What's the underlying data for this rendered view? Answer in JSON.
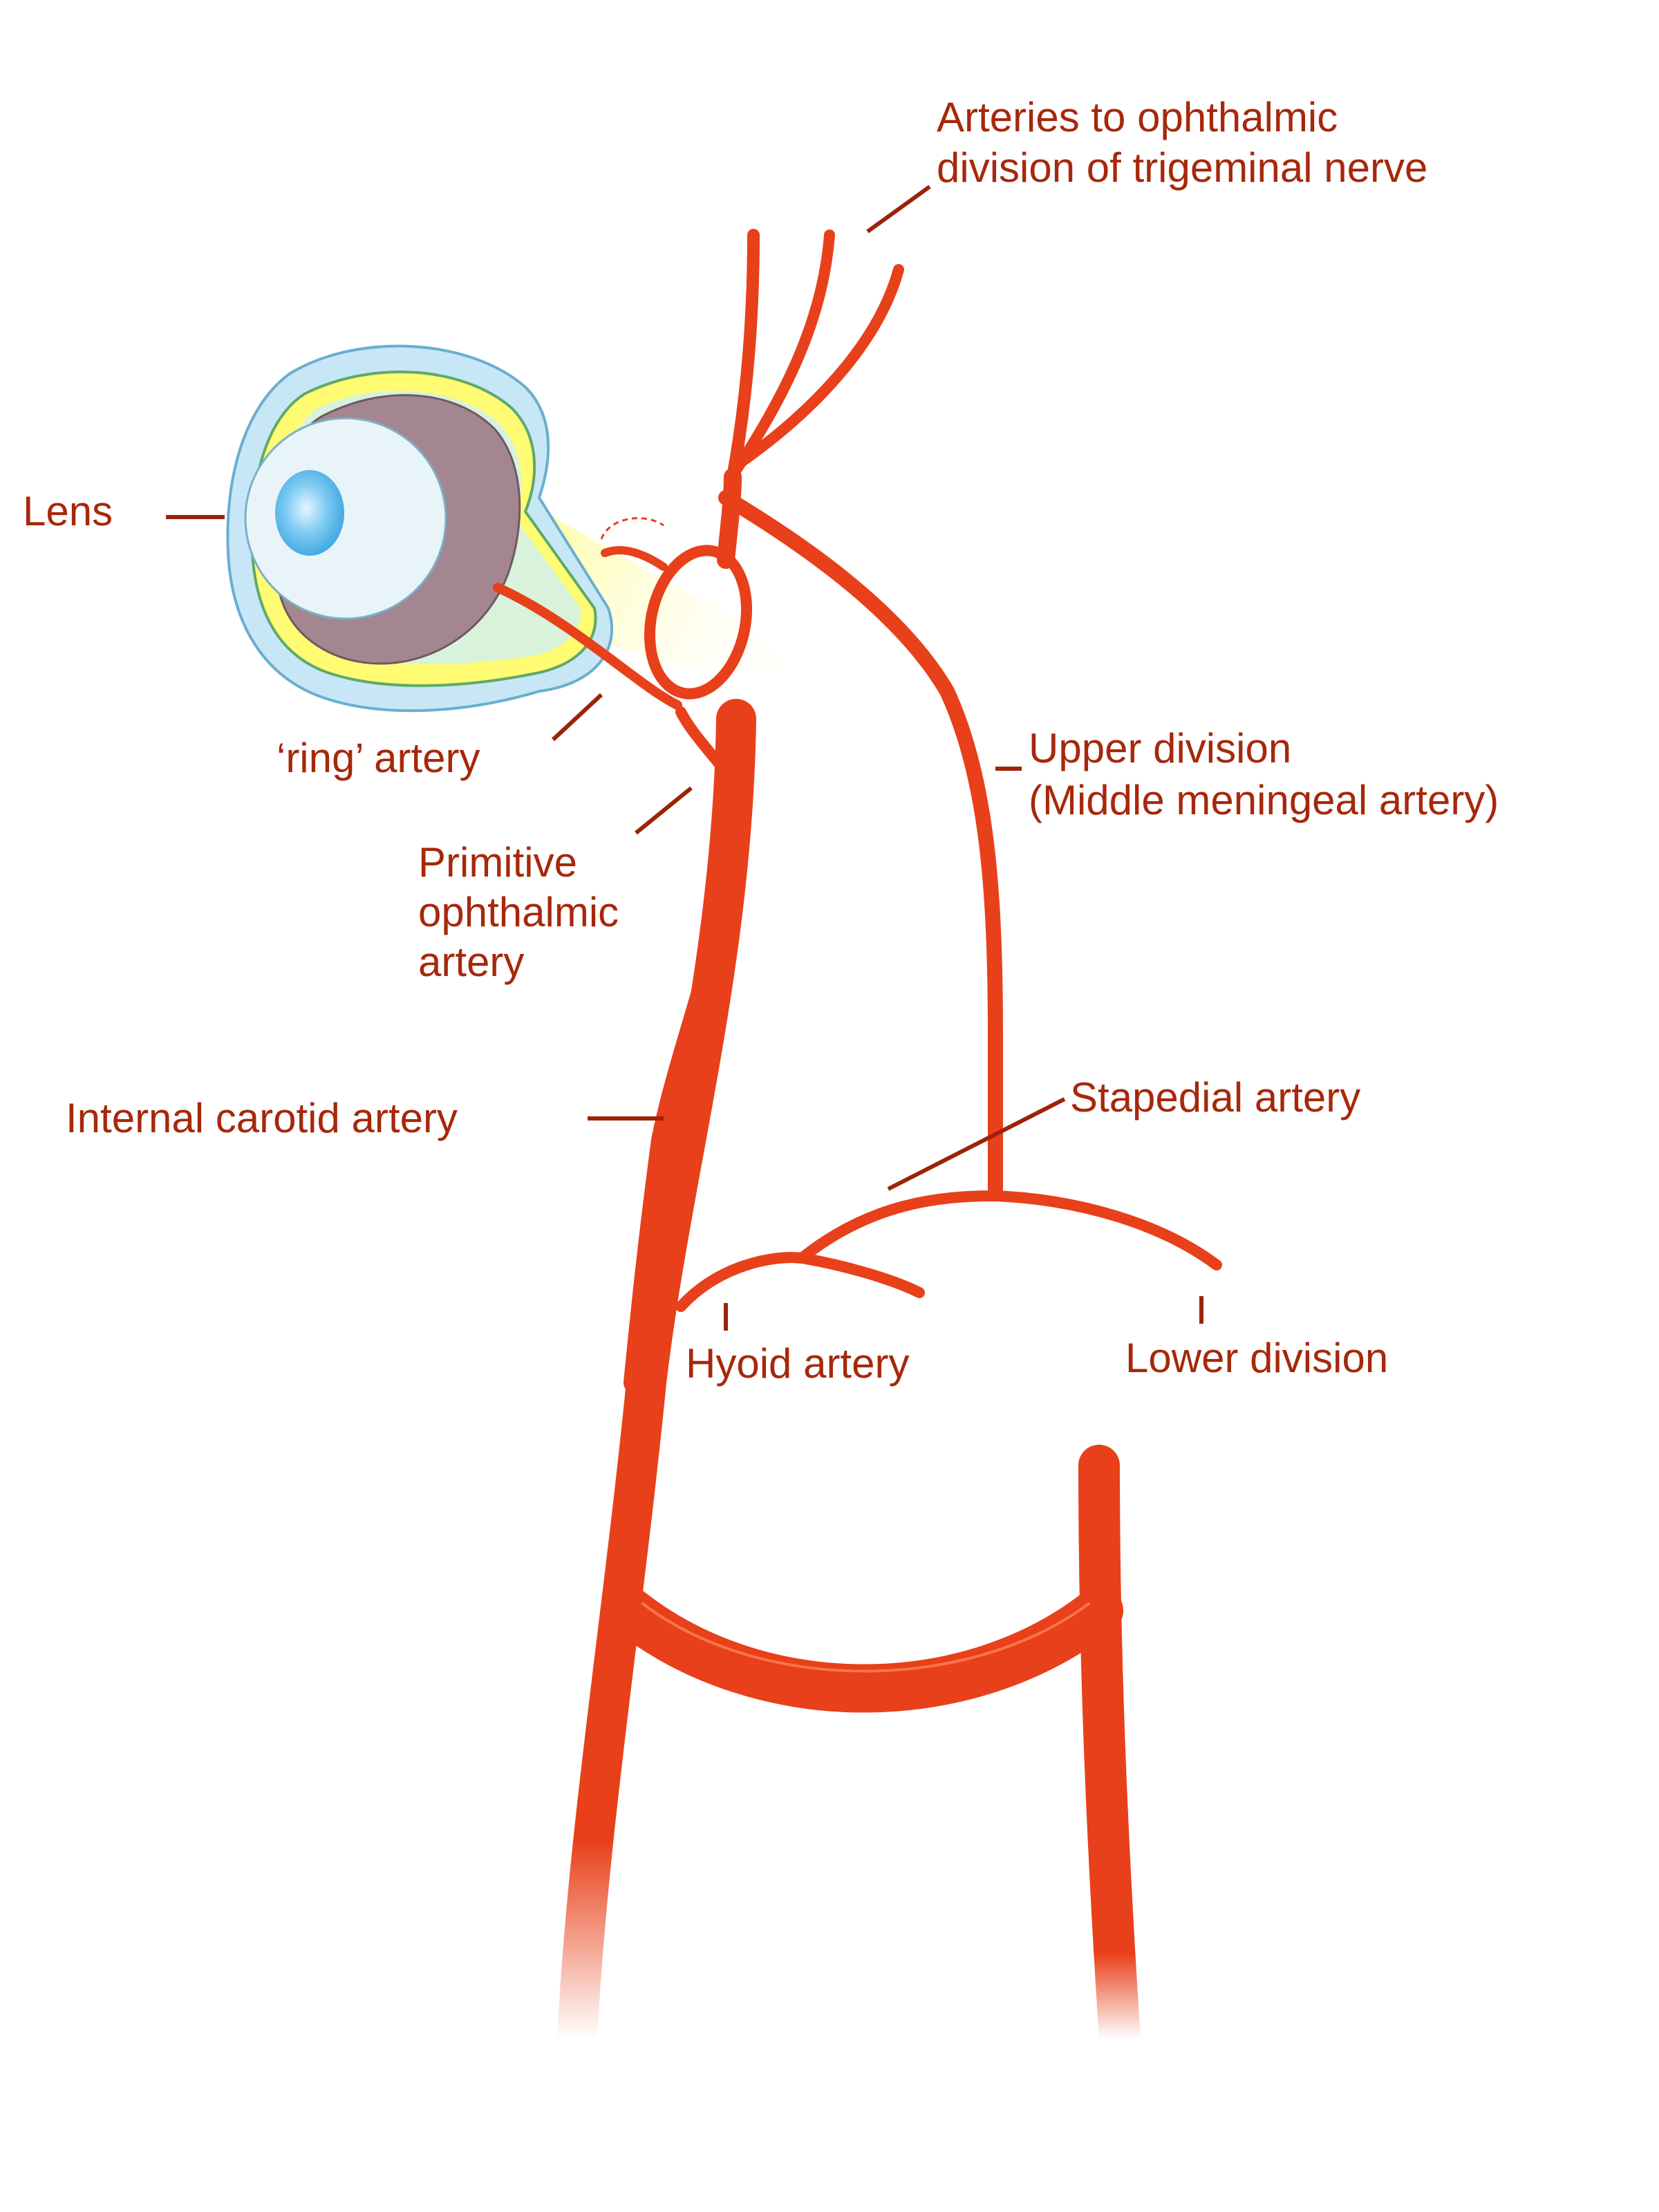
{
  "diagram": {
    "labels": {
      "trigeminal_line1": "Arteries to ophthalmic",
      "trigeminal_line2": "division of trigeminal nerve",
      "lens": "Lens",
      "ring_artery": "‘ring’ artery",
      "primitive_line1": "Primitive",
      "primitive_line2": "ophthalmic",
      "primitive_line3": "artery",
      "upper_line1": "Upper division",
      "upper_line2": "(Middle meningeal artery)",
      "internal_carotid": "Internal carotid artery",
      "stapedial": "Stapedial artery",
      "hyoid": "Hyoid artery",
      "lower_division": "Lower division"
    },
    "colors": {
      "artery": "#e8401a",
      "artery_highlight": "#ff8a63",
      "label_text": "#a6280b",
      "eye_outer": "#bfe3f5",
      "eye_retina_layer": "#ffff78",
      "eye_choroid": "#a2868f",
      "eye_vitreous": "#e9f4f8",
      "eye_lens": "#58b8ec",
      "optic_stalk": "#d4f0d8"
    }
  }
}
